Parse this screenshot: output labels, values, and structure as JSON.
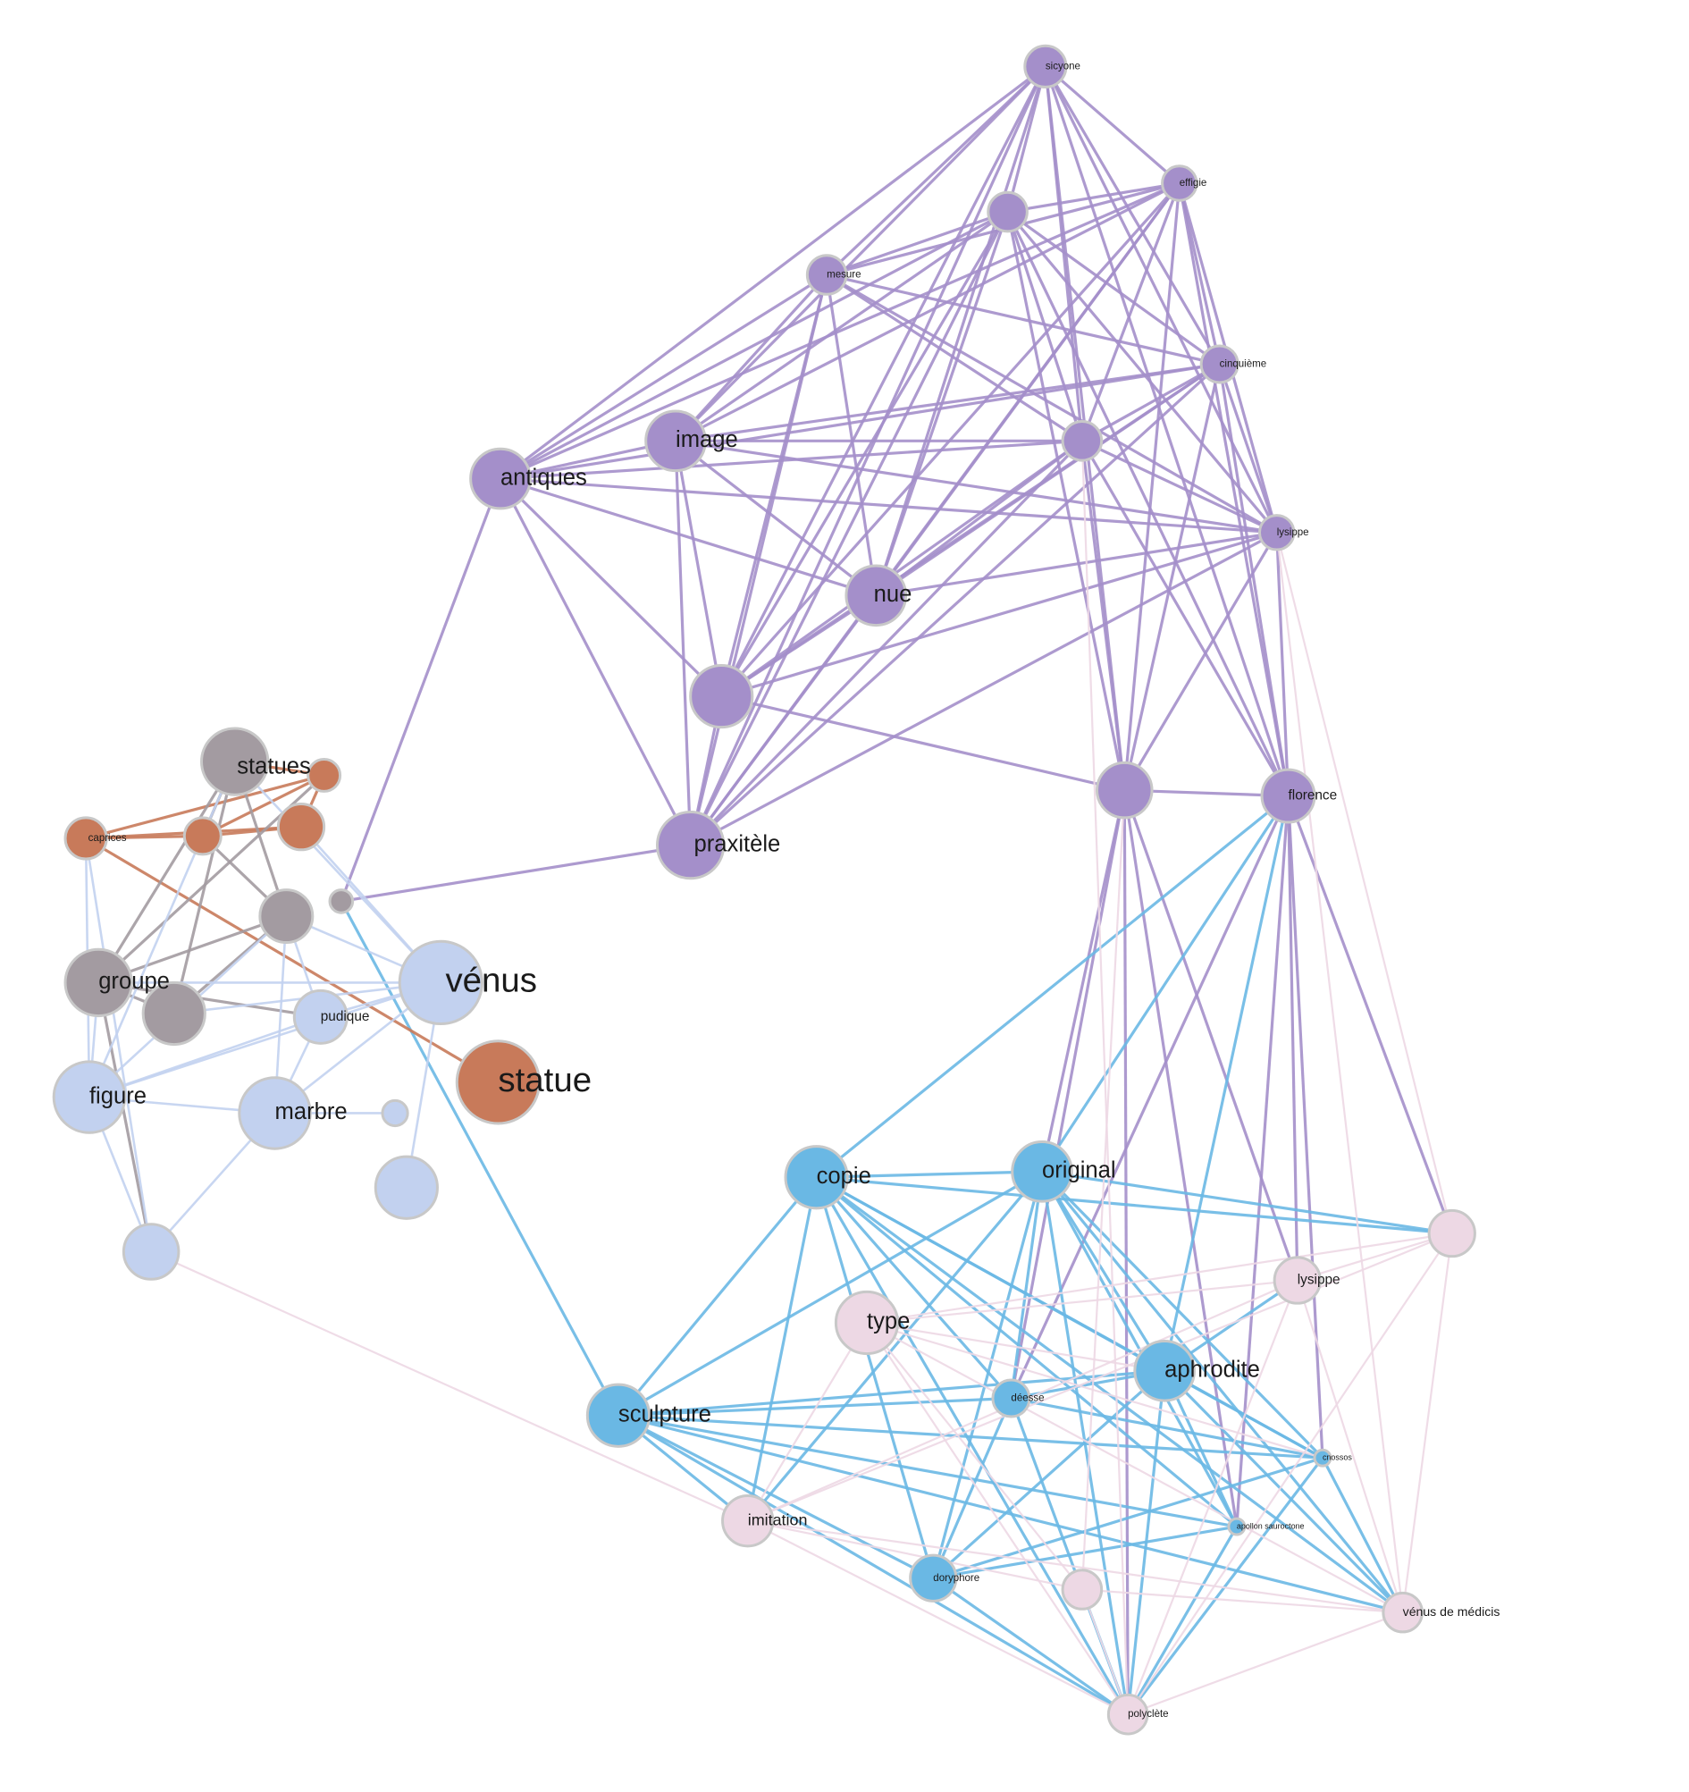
{
  "colors": {
    "purple": "#a48fca",
    "blue": "#6ab8e4",
    "pink": "#edd8e4",
    "orange": "#c87a5a",
    "gray": "#a39ba1",
    "lightblue": "#c2d1ef"
  },
  "nodes": [
    {
      "id": "sicyone",
      "label": "sicyone",
      "group": "purple"
    },
    {
      "id": "effigie",
      "label": "effigie",
      "group": "purple"
    },
    {
      "id": "p_top",
      "label": "",
      "group": "purple"
    },
    {
      "id": "mesure",
      "label": "mesure",
      "group": "purple"
    },
    {
      "id": "cinquieme",
      "label": "cinquième",
      "group": "purple"
    },
    {
      "id": "image",
      "label": "image",
      "group": "purple"
    },
    {
      "id": "antiques",
      "label": "antiques",
      "group": "purple"
    },
    {
      "id": "p_mid",
      "label": "",
      "group": "purple"
    },
    {
      "id": "lysippe_p",
      "label": "lysippe",
      "group": "purple"
    },
    {
      "id": "nue",
      "label": "nue",
      "group": "purple"
    },
    {
      "id": "p_big",
      "label": "",
      "group": "purple"
    },
    {
      "id": "praxitele",
      "label": "praxitèle",
      "group": "purple"
    },
    {
      "id": "p_right",
      "label": "",
      "group": "purple"
    },
    {
      "id": "florence",
      "label": "florence",
      "group": "purple"
    },
    {
      "id": "statues",
      "label": "statues",
      "group": "gray"
    },
    {
      "id": "o1",
      "label": "",
      "group": "orange"
    },
    {
      "id": "o2",
      "label": "",
      "group": "orange"
    },
    {
      "id": "o3",
      "label": "",
      "group": "orange"
    },
    {
      "id": "caprices",
      "label": "caprices",
      "group": "orange"
    },
    {
      "id": "g1",
      "label": "",
      "group": "gray"
    },
    {
      "id": "g2",
      "label": "",
      "group": "gray"
    },
    {
      "id": "groupe",
      "label": "groupe",
      "group": "gray"
    },
    {
      "id": "g3",
      "label": "",
      "group": "gray"
    },
    {
      "id": "venus",
      "label": "vénus",
      "group": "lightblue"
    },
    {
      "id": "pudique",
      "label": "pudique",
      "group": "lightblue"
    },
    {
      "id": "statue",
      "label": "statue",
      "group": "orange"
    },
    {
      "id": "figure",
      "label": "figure",
      "group": "lightblue"
    },
    {
      "id": "marbre",
      "label": "marbre",
      "group": "lightblue"
    },
    {
      "id": "lb1",
      "label": "",
      "group": "lightblue"
    },
    {
      "id": "lb2",
      "label": "",
      "group": "lightblue"
    },
    {
      "id": "lb3",
      "label": "",
      "group": "lightblue"
    },
    {
      "id": "copie",
      "label": "copie",
      "group": "blue"
    },
    {
      "id": "original",
      "label": "original",
      "group": "blue"
    },
    {
      "id": "pk1",
      "label": "",
      "group": "pink"
    },
    {
      "id": "lysippe",
      "label": "lysippe",
      "group": "pink"
    },
    {
      "id": "type",
      "label": "type",
      "group": "pink"
    },
    {
      "id": "aphrodite",
      "label": "aphrodite",
      "group": "blue"
    },
    {
      "id": "deesse",
      "label": "déesse",
      "group": "blue"
    },
    {
      "id": "sculpture",
      "label": "sculpture",
      "group": "blue"
    },
    {
      "id": "b_small1",
      "label": "cnossos",
      "group": "blue"
    },
    {
      "id": "b_small2",
      "label": "apollon sauroctone",
      "group": "blue"
    },
    {
      "id": "imitation",
      "label": "imitation",
      "group": "pink"
    },
    {
      "id": "doryphore",
      "label": "doryphore",
      "group": "blue"
    },
    {
      "id": "pk2",
      "label": "",
      "group": "pink"
    },
    {
      "id": "venus_medicis",
      "label": "vénus de médicis",
      "group": "pink"
    },
    {
      "id": "polyclete",
      "label": "polyclète",
      "group": "pink"
    }
  ]
}
